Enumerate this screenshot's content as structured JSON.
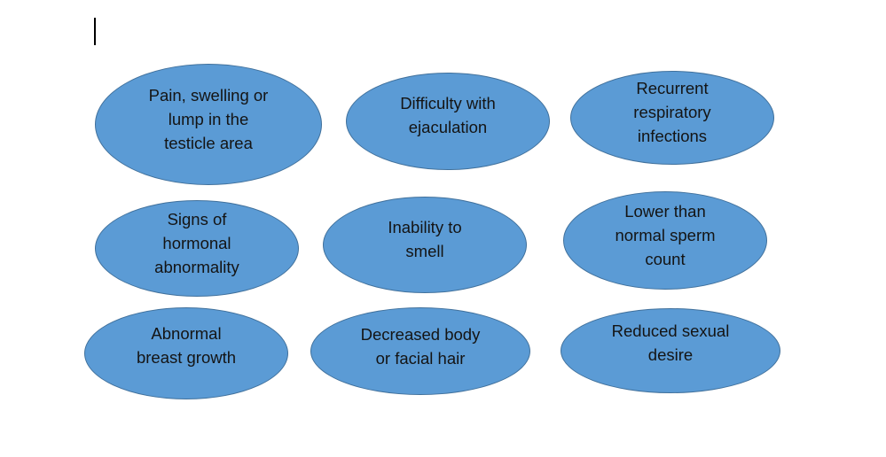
{
  "diagram": {
    "fill_color": "#5b9bd5",
    "border_color": "#41719c",
    "text_color": "#141414",
    "items": [
      {
        "label": "Pain, swelling or\nlump in the\ntesticle area"
      },
      {
        "label": "Difficulty with\nejaculation"
      },
      {
        "label": "Recurrent\nrespiratory\ninfections"
      },
      {
        "label": "Signs of\nhormonal\nabnormality"
      },
      {
        "label": "Inability to\nsmell"
      },
      {
        "label": "Lower than\nnormal sperm\ncount"
      },
      {
        "label": "Abnormal\nbreast growth"
      },
      {
        "label": "Decreased body\nor facial hair"
      },
      {
        "label": "Reduced sexual\ndesire"
      }
    ]
  }
}
